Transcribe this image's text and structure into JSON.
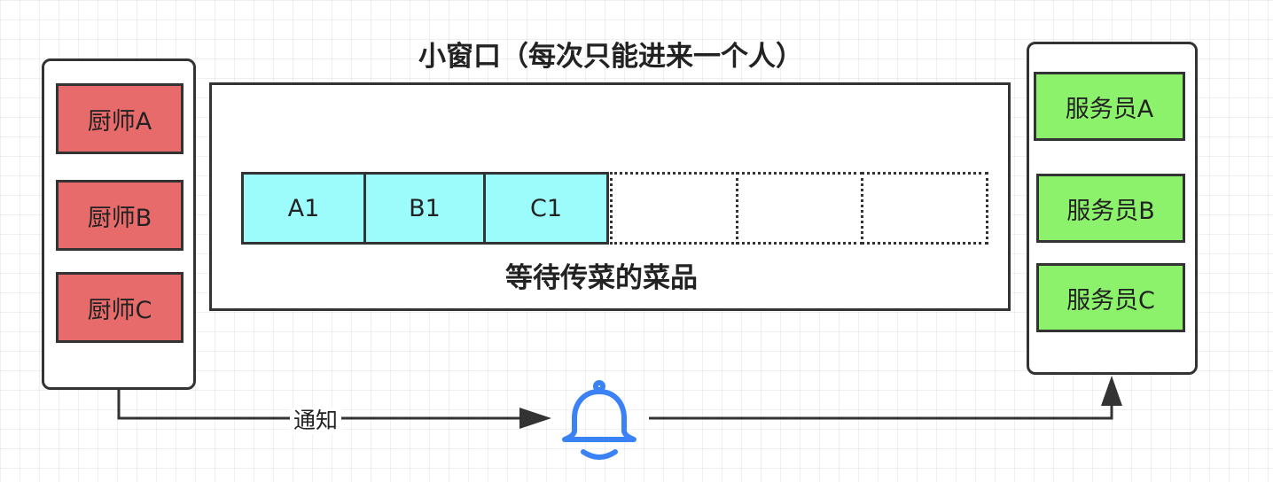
{
  "colors": {
    "chef": "#e86b6b",
    "waiter": "#8cf26c",
    "dish": "#9cfcfc",
    "bell": "#3b82f6",
    "line": "#333333"
  },
  "chefs": {
    "items": [
      {
        "label": "厨师A"
      },
      {
        "label": "厨师B"
      },
      {
        "label": "厨师C"
      }
    ]
  },
  "window": {
    "title": "小窗口（每次只能进来一个人）",
    "slots": [
      {
        "label": "A1",
        "filled": true
      },
      {
        "label": "B1",
        "filled": true
      },
      {
        "label": "C1",
        "filled": true
      },
      {
        "label": "",
        "filled": false
      },
      {
        "label": "",
        "filled": false
      },
      {
        "label": "",
        "filled": false
      }
    ],
    "caption": "等待传菜的菜品"
  },
  "waiters": {
    "items": [
      {
        "label": "服务员A"
      },
      {
        "label": "服务员B"
      },
      {
        "label": "服务员C"
      }
    ]
  },
  "notify": {
    "label": "通知",
    "icon": "bell-icon"
  }
}
